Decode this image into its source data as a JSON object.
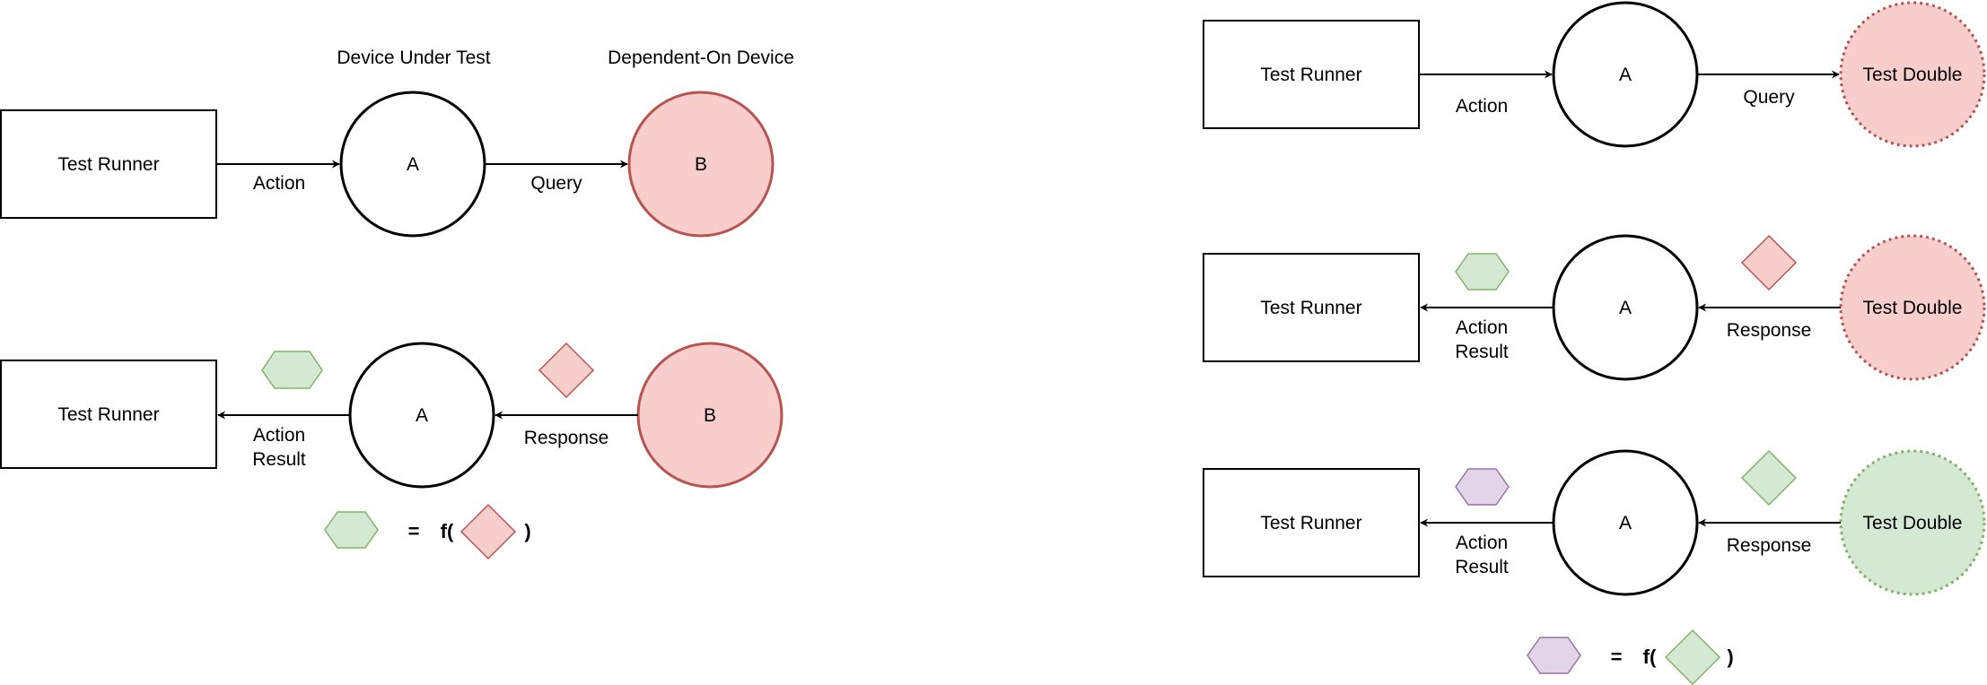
{
  "left": {
    "headings": {
      "dut": "Device Under Test",
      "doc": "Dependent-On Device"
    },
    "top": {
      "runner": "Test Runner",
      "a": "A",
      "b": "B",
      "action": "Action",
      "query": "Query"
    },
    "bottom": {
      "runner": "Test Runner",
      "a": "A",
      "b": "B",
      "action_line1": "Action",
      "action_line2": "Result",
      "response": "Response"
    },
    "formula": {
      "eq": "=",
      "f_open": "f(",
      "close": ")"
    }
  },
  "right": {
    "row1": {
      "runner": "Test Runner",
      "a": "A",
      "double": "Test Double",
      "action": "Action",
      "query": "Query"
    },
    "row2": {
      "runner": "Test Runner",
      "a": "A",
      "double": "Test Double",
      "action_line1": "Action",
      "action_line2": "Result",
      "response": "Response"
    },
    "row3": {
      "runner": "Test Runner",
      "a": "A",
      "double": "Test Double",
      "action_line1": "Action",
      "action_line2": "Result",
      "response": "Response"
    },
    "formula": {
      "eq": "=",
      "f_open": "f(",
      "close": ")"
    }
  },
  "colors": {
    "red_fill": "#f8cecc",
    "red_stroke": "#b85450",
    "green_fill": "#d5e8d4",
    "green_stroke": "#82b366",
    "purple_fill": "#e1d5e7",
    "purple_stroke": "#9673a6"
  }
}
